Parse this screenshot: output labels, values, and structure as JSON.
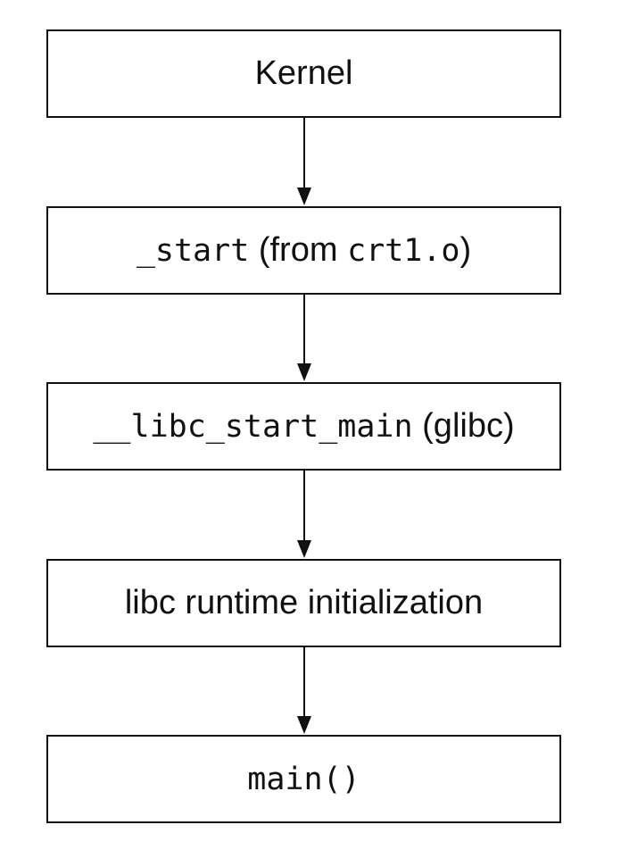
{
  "diagram": {
    "stroke_color": "#111111",
    "background_color": "#ffffff",
    "nodes": [
      {
        "id": "kernel",
        "parts": [
          {
            "text": "Kernel",
            "mono": false
          }
        ]
      },
      {
        "id": "start",
        "parts": [
          {
            "text": "_start",
            "mono": true
          },
          {
            "text": " (from ",
            "mono": false
          },
          {
            "text": "crt1.o",
            "mono": true
          },
          {
            "text": ")",
            "mono": false
          }
        ]
      },
      {
        "id": "libc_start_main",
        "parts": [
          {
            "text": "__libc_start_main",
            "mono": true
          },
          {
            "text": " (glibc)",
            "mono": false
          }
        ]
      },
      {
        "id": "runtime_init",
        "parts": [
          {
            "text": "libc runtime initialization",
            "mono": false
          }
        ]
      },
      {
        "id": "main",
        "parts": [
          {
            "text": "main()",
            "mono": true
          }
        ]
      }
    ],
    "edges": [
      {
        "from": "kernel",
        "to": "start"
      },
      {
        "from": "start",
        "to": "libc_start_main"
      },
      {
        "from": "libc_start_main",
        "to": "runtime_init"
      },
      {
        "from": "runtime_init",
        "to": "main"
      }
    ]
  }
}
